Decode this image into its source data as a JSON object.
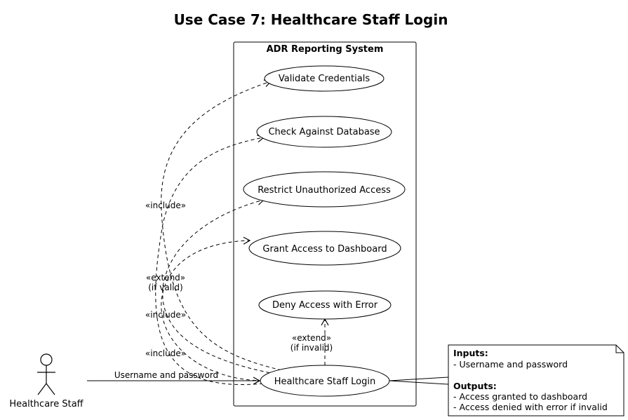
{
  "title": "Use Case 7: Healthcare Staff Login",
  "system": {
    "name": "ADR Reporting System"
  },
  "actor": {
    "name": "Healthcare Staff",
    "icon": "stick-figure-actor-icon"
  },
  "use_cases": {
    "validate": "Validate Credentials",
    "check_db": "Check Against Database",
    "restrict": "Restrict Unauthorized Access",
    "grant": "Grant Access to Dashboard",
    "deny": "Deny Access with Error",
    "login": "Healthcare Staff Login"
  },
  "relations": {
    "association": "Username and password",
    "include_1": "«include»",
    "include_2": "«include»",
    "include_3": "«include»",
    "extend_valid_1": "«extend»",
    "extend_valid_2": "(if valid)",
    "extend_invalid_1": "«extend»",
    "extend_invalid_2": "(if invalid)"
  },
  "note": {
    "inputs_heading": "Inputs:",
    "inputs": [
      "- Username and password"
    ],
    "outputs_heading": "Outputs:",
    "outputs": [
      "- Access granted to dashboard",
      "- Access denied with error if invalid"
    ]
  }
}
